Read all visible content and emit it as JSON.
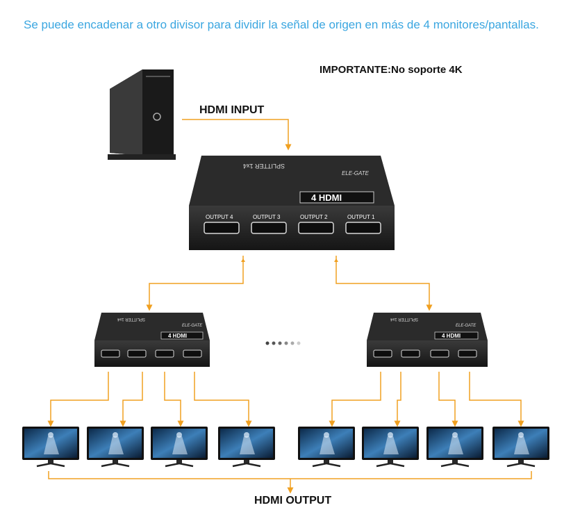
{
  "caption": "Se puede encadenar a otro divisor para dividir la señal de origen en más de 4 monitores/pantallas.",
  "important": "IMPORTANTE:No soporte 4K",
  "input_label": "HDMI  INPUT",
  "output_label": "HDMI OUTPUT",
  "splitter": {
    "title": "SPLITTER 1x4",
    "brand": "ELE-GATE",
    "badge": "4 HDMI",
    "ports": [
      "OUTPUT 4",
      "OUTPUT 3",
      "OUTPUT 2",
      "OUTPUT 1"
    ]
  },
  "colors": {
    "caption": "#3aa6e0",
    "wire": "#f0a020",
    "device": "#1e1e1e"
  }
}
